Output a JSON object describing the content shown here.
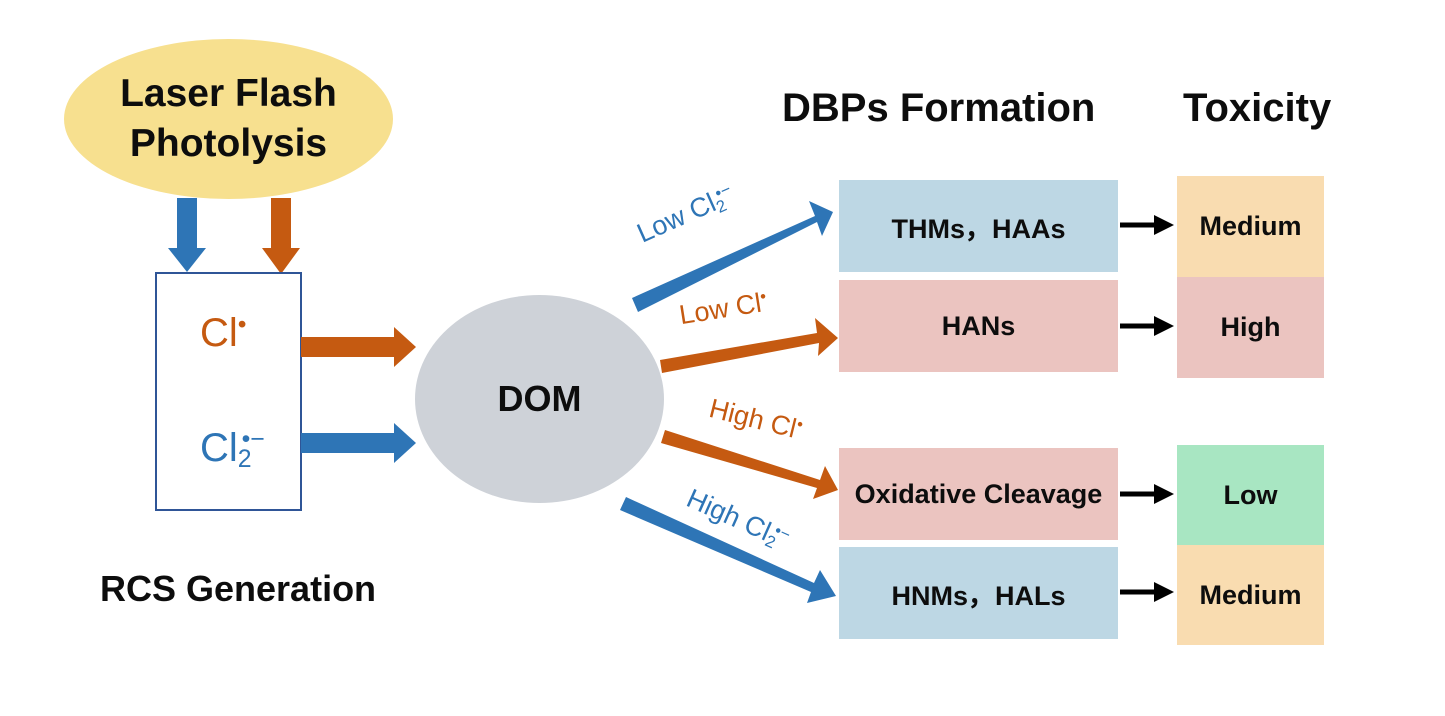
{
  "headings": {
    "dbps_formation": "DBPs Formation",
    "toxicity": "Toxicity",
    "rcs_generation": "RCS Generation"
  },
  "source": {
    "label_line1": "Laser Flash",
    "label_line2": "Photolysis"
  },
  "radicals": {
    "cl_atom": {
      "base": "Cl",
      "sup": "•"
    },
    "cl2_anion": {
      "base": "Cl",
      "sub": "2",
      "sup": "•−"
    }
  },
  "dom": {
    "label": "DOM"
  },
  "pathways": [
    {
      "prefix": "Low ",
      "base": "Cl",
      "sub": "2",
      "sup": "•−"
    },
    {
      "prefix": "Low ",
      "base": "Cl",
      "sub": "",
      "sup": "•"
    },
    {
      "prefix": "High ",
      "base": "Cl",
      "sub": "",
      "sup": "•"
    },
    {
      "prefix": "High ",
      "base": "Cl",
      "sub": "2",
      "sup": "•−"
    }
  ],
  "products": [
    {
      "label": "THMs，HAAs"
    },
    {
      "label": "HANs"
    },
    {
      "label": "Oxidative Cleavage"
    },
    {
      "label": "HNMs，HALs"
    }
  ],
  "toxicity_levels": [
    {
      "label": "Medium"
    },
    {
      "label": "High"
    },
    {
      "label": "Low"
    },
    {
      "label": "Medium"
    }
  ],
  "colors": {
    "orange": "#c55a11",
    "blue": "#2e75b6",
    "yellow_ellipse": "#f7e08f",
    "gray_ellipse": "#ced2d8",
    "blue_box": "#bdd7e4",
    "pink_box": "#ebc4c0",
    "peach_box": "#f9dcb0",
    "green_box": "#a8e6c2"
  }
}
